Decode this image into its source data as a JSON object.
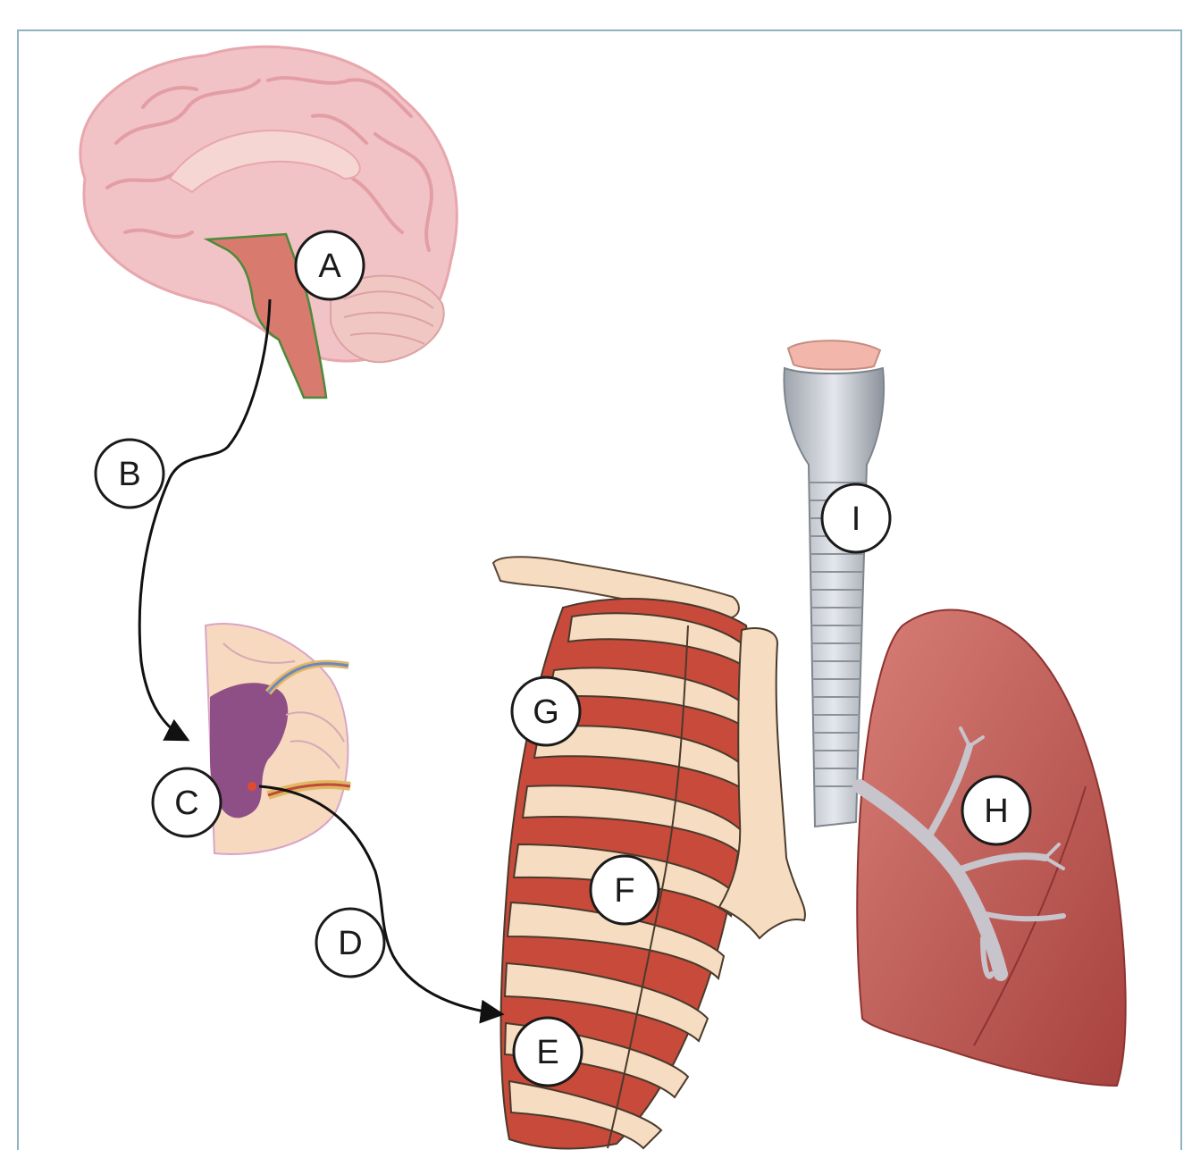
{
  "labels": {
    "A": "A",
    "B": "B",
    "C": "C",
    "D": "D",
    "E": "E",
    "F": "F",
    "G": "G",
    "H": "H",
    "I": "I"
  },
  "colors": {
    "frame": "#8fb4c0",
    "brain": "#f2c3c6",
    "brainstem": "#d97a6e",
    "spinal_white": "#f6d9bf",
    "spinal_gray": "#8e4f86",
    "rib_bone": "#f6dcc0",
    "intercostal_muscle": "#c84a3b",
    "lung": "#b8534f",
    "trachea": "#cfd3da",
    "nerve_line": "#111111"
  }
}
